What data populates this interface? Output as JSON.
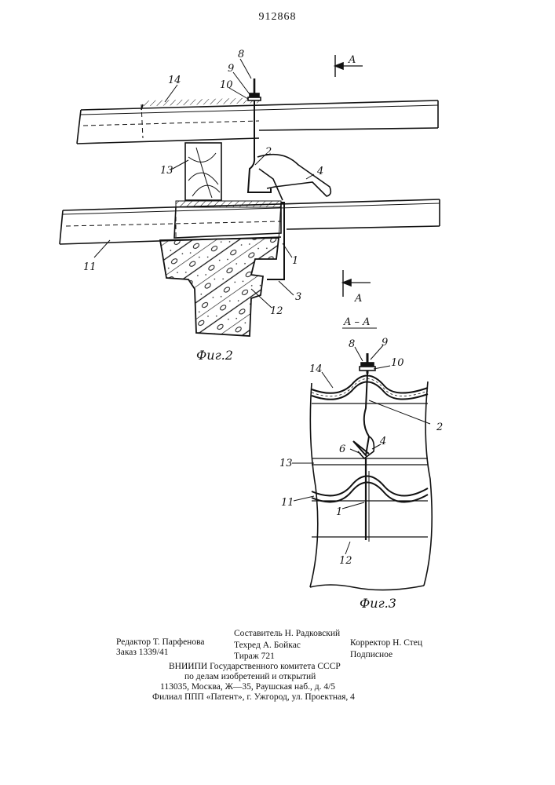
{
  "patent_number": "912868",
  "figures": {
    "fig2": {
      "caption": "Фиг.2",
      "section_marker": "A",
      "callouts": [
        "1",
        "2",
        "3",
        "4",
        "8",
        "9",
        "10",
        "11",
        "12",
        "13",
        "14"
      ]
    },
    "fig3": {
      "caption": "Фиг.3",
      "section_title": "A – A",
      "callouts": [
        "1",
        "2",
        "4",
        "6",
        "8",
        "9",
        "10",
        "11",
        "12",
        "13",
        "14"
      ]
    }
  },
  "imprint": {
    "editor": "Редактор Т. Парфенова",
    "compiler": "Составитель Н. Радковский",
    "techred": "Техред А. Бойкас",
    "corrector": "Корректор Н. Стец",
    "order": "Заказ 1339/41",
    "circulation": "Тираж 721",
    "subscription": "Подписное",
    "org_line1": "ВНИИПИ Государственного комитета СССР",
    "org_line2": "по делам изобретений и открытий",
    "org_line3": "113035, Москва, Ж—35, Раушская наб., д. 4/5",
    "branch": "Филиал ППП «Патент», г. Ужгород, ул. Проектная, 4"
  }
}
